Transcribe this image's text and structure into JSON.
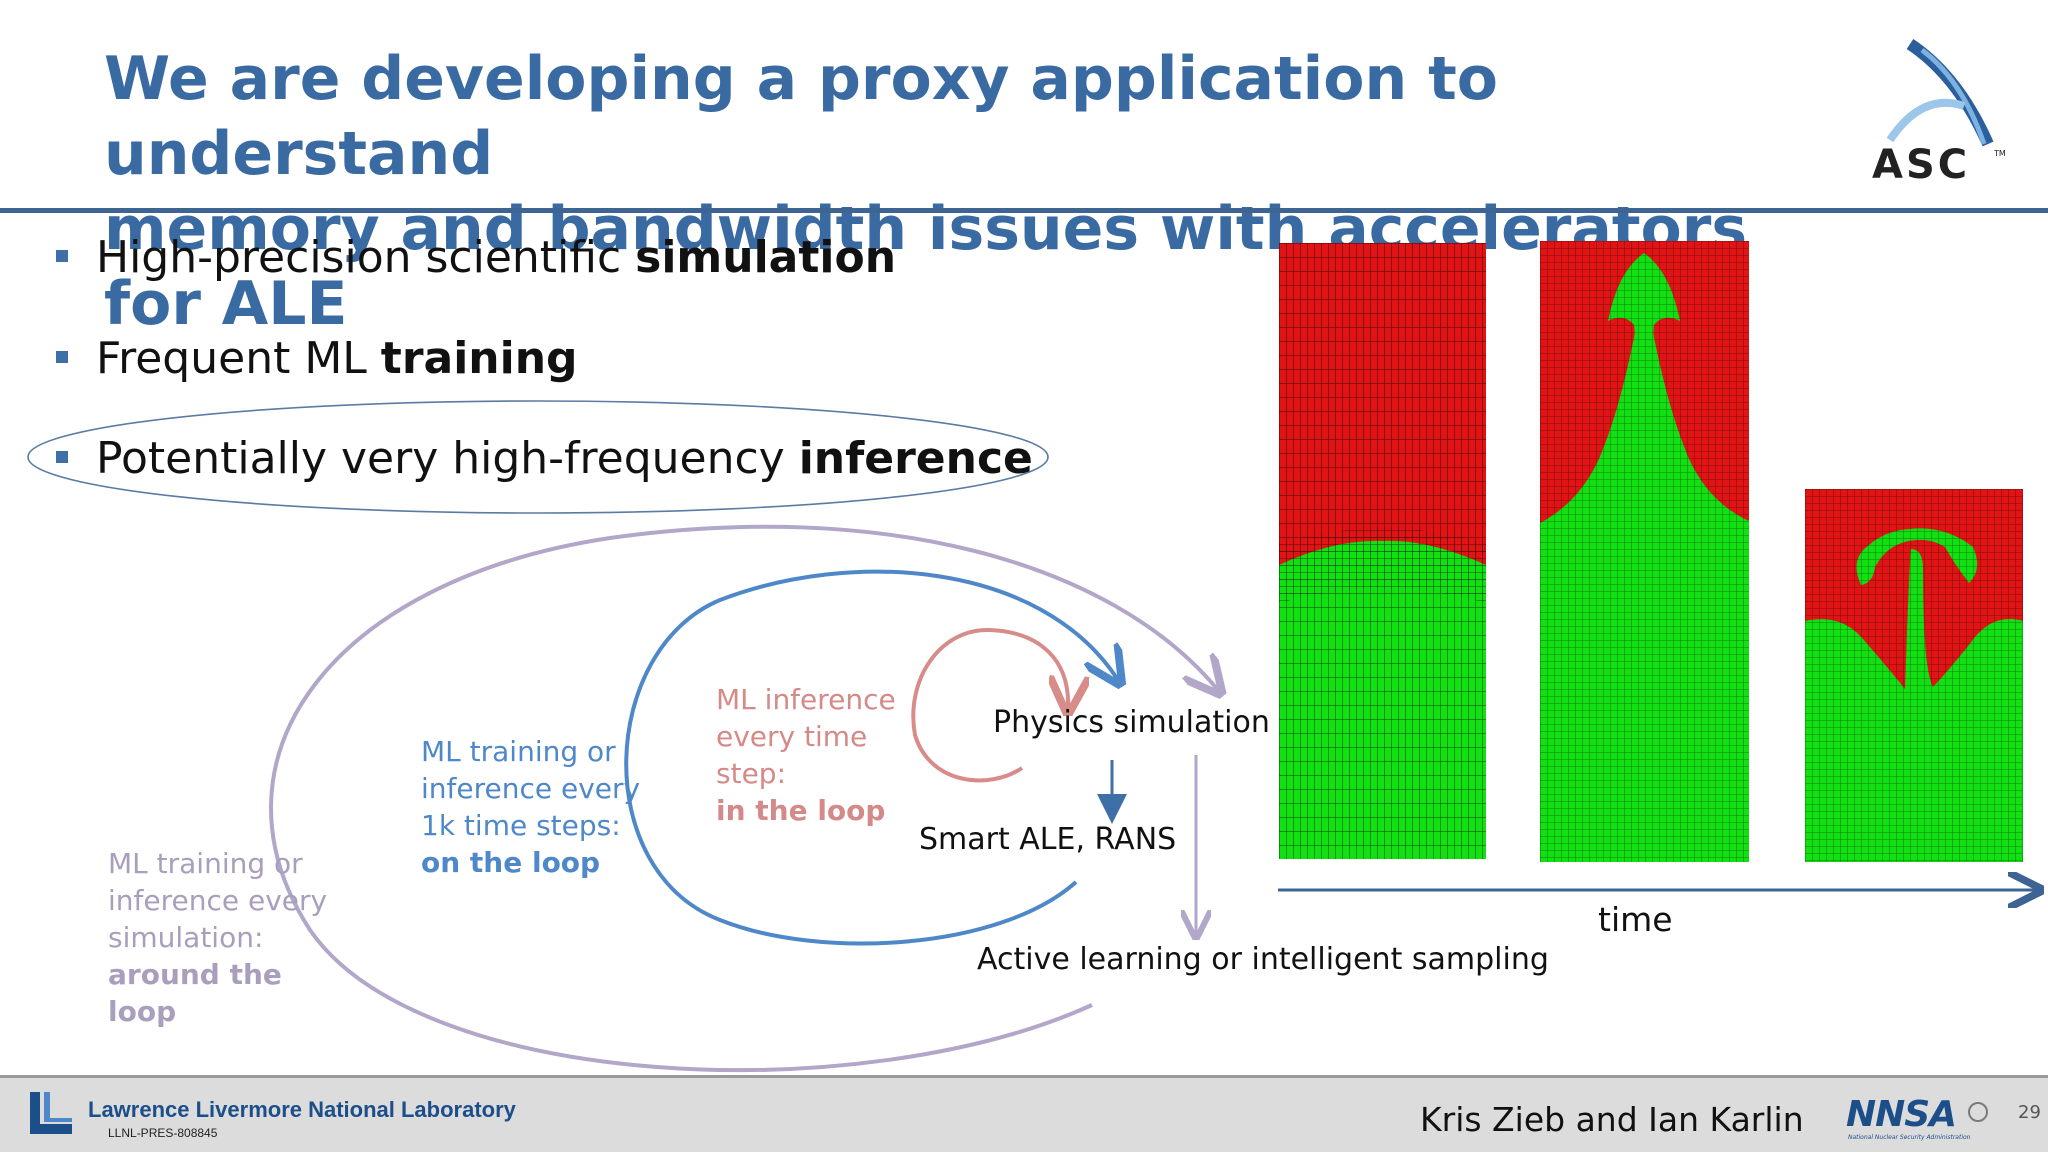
{
  "slide": {
    "title_line1": "We are developing a proxy application to understand",
    "title_line2": "memory and bandwidth issues with accelerators for ALE"
  },
  "bullets": [
    {
      "text": "High-precision scientific ",
      "bold": "simulation"
    },
    {
      "text": "Frequent ML ",
      "bold": "training"
    },
    {
      "text": "Potentially very high-frequency ",
      "bold": "inference"
    }
  ],
  "diagram": {
    "around_loop": {
      "lines": [
        "ML training or",
        "inference every",
        "simulation:"
      ],
      "bold": "around the loop"
    },
    "on_loop": {
      "lines": [
        "ML training or",
        "inference every",
        "1k time steps:"
      ],
      "bold": "on the loop"
    },
    "in_loop": {
      "lines": [
        "ML inference",
        "every time step:"
      ],
      "bold": "in the loop"
    },
    "physics": "Physics simulation",
    "smart_ale": "Smart ALE, RANS",
    "active_learning": "Active learning or intelligent sampling",
    "time": "time"
  },
  "logos": {
    "asc": "ASC",
    "asc_tm": "TM",
    "llnl_name": "Lawrence Livermore National Laboratory",
    "llnl_code": "LLNL-PRES-808845",
    "nnsa": "NNSA",
    "nnsa_sub": "National Nuclear Security Administration"
  },
  "footer": {
    "authors": "Kris Zieb and Ian Karlin",
    "page_number": "29"
  },
  "colors": {
    "title": "#3a6aa2",
    "heavy_fluid": "#e01414",
    "light_fluid": "#12e012",
    "purple_loop": "#b2a6c9",
    "blue_loop": "#4f88c9",
    "red_loop": "#d88c8a"
  }
}
